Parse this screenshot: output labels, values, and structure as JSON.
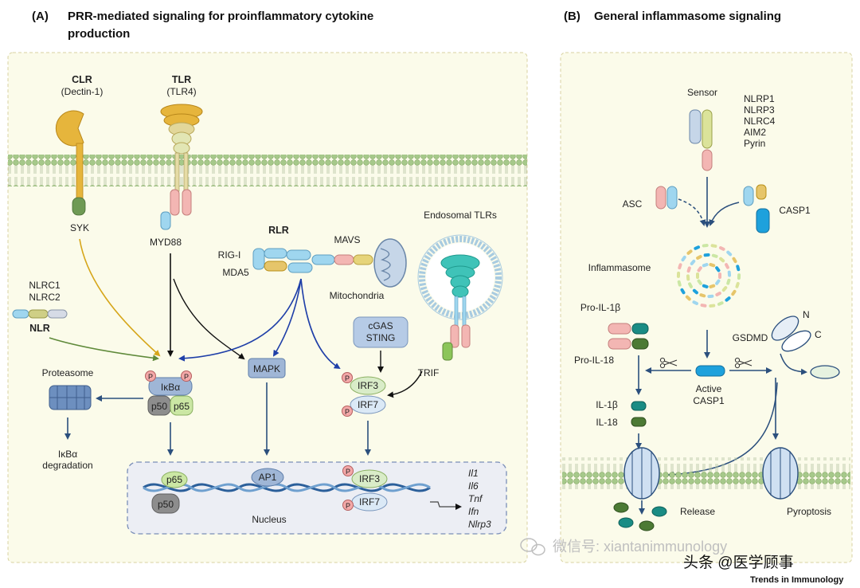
{
  "panel_a": {
    "label": "(A)",
    "title_line1": "PRR-mediated signaling for proinflammatory cytokine",
    "title_line2": "production",
    "clr": "CLR",
    "clr_sub": "(Dectin-1)",
    "tlr": "TLR",
    "tlr_sub": "(TLR4)",
    "syk": "SYK",
    "myd88": "MYD88",
    "rlr": "RLR",
    "rig_i": "RIG-I",
    "mda5": "MDA5",
    "mavs": "MAVS",
    "mitochondria": "Mitochondria",
    "endosomal_tlrs": "Endosomal TLRs",
    "nlrc1": "NLRC1",
    "nlrc2": "NLRC2",
    "nlr": "NLR",
    "proteasome": "Proteasome",
    "ikba": "IκBα",
    "p50": "p50",
    "p65": "p65",
    "p": "P",
    "ikba_degradation_1": "IκBα",
    "ikba_degradation_2": "degradation",
    "mapk": "MAPK",
    "cgas": "cGAS",
    "sting": "STING",
    "trif": "TRIF",
    "irf3": "IRF3",
    "irf7": "IRF7",
    "ap1": "AP1",
    "nucleus": "Nucleus",
    "genes": [
      "Il1",
      "Il6",
      "Tnf",
      "Ifn",
      "Nlrp3"
    ]
  },
  "panel_b": {
    "label": "(B)",
    "title": "General inflammasome signaling",
    "sensor": "Sensor",
    "sensors": [
      "NLRP1",
      "NLRP3",
      "NLRC4",
      "AIM2",
      "Pyrin"
    ],
    "asc": "ASC",
    "casp1": "CASP1",
    "inflammasome": "Inflammasome",
    "pro_il1b": "Pro-IL-1β",
    "pro_il18": "Pro-IL-18",
    "gsdmd": "GSDMD",
    "n": "N",
    "c": "C",
    "active_1": "Active",
    "active_2": "CASP1",
    "il1b": "IL-1β",
    "il18": "IL-18",
    "release": "Release",
    "pyroptosis": "Pyroptosis"
  },
  "watermark": {
    "wechat": "微信号: xiantanimmunology",
    "toutiao": "头条 @医学顾事",
    "journal": "Trends in Immunology"
  },
  "colors": {
    "background_panel": "#fbfbea",
    "membrane_head": "#a6c98a",
    "arrow_blue": "#1f3fa8",
    "arrow_dark": "#2b4f7d",
    "arrow_yellow": "#d6a61a",
    "arrow_green": "#5f8a3a",
    "receptor_yellow": "#e6b53c",
    "light_blue": "#9fd6ef",
    "pink": "#f3b6b3",
    "olive": "#cfcf86",
    "green_p65": "#cbe7a4",
    "grey_p50": "#8d8d8d"
  }
}
